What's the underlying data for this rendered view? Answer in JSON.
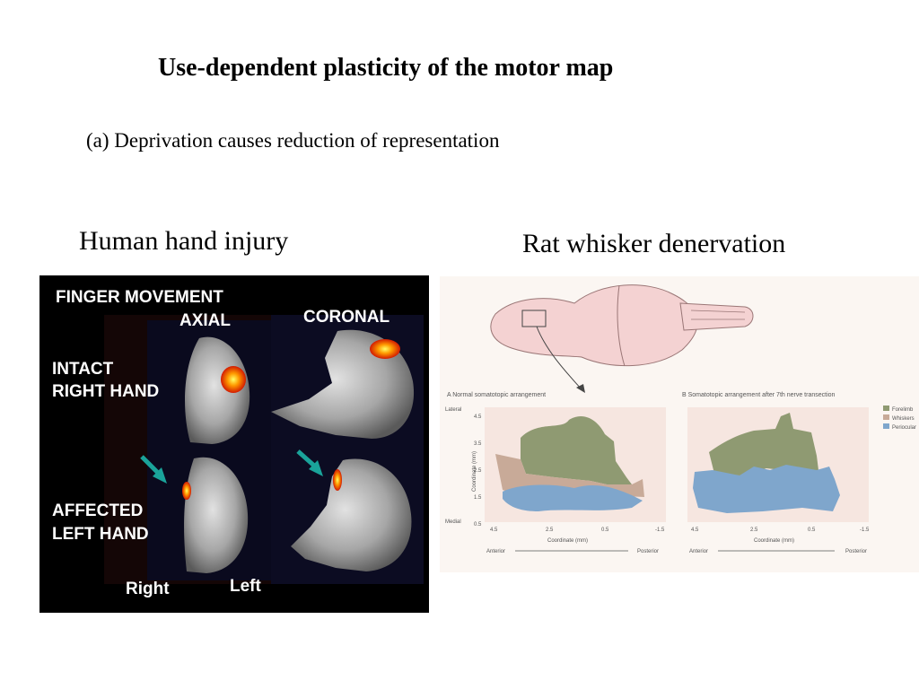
{
  "slide": {
    "title": "Use-dependent plasticity of the motor map",
    "subtitle": "(a) Deprivation causes reduction of representation",
    "caption_left": "Human hand injury",
    "caption_right": "Rat whisker denervation"
  },
  "fmri_panel": {
    "heading": "FINGER MOVEMENT",
    "axial": "AXIAL",
    "coronal": "CORONAL",
    "intact_1": "INTACT",
    "intact_2": "RIGHT HAND",
    "affected_1": "AFFECTED",
    "affected_2": "LEFT HAND",
    "right": "Right",
    "left": "Left",
    "colors": {
      "activation": "#ff8c00",
      "arrow": "#1aa39a"
    }
  },
  "rat_panel": {
    "panel_a_title": "A  Normal somatotopic arrangement",
    "panel_b_title": "B  Somatotopic arrangement after 7th nerve transection",
    "lateral": "Lateral",
    "medial": "Medial",
    "y_axis_label": "Coordinate (mm)",
    "x_axis_label": "Coordinate (mm)",
    "anterior": "Anterior",
    "posterior": "Posterior",
    "y_ticks": [
      "4.5",
      "3.5",
      "2.5",
      "1.5",
      "0.5"
    ],
    "x_ticks": [
      "4.5",
      "2.5",
      "0.5",
      "-1.5"
    ],
    "legend": [
      {
        "label": "Forelimb",
        "color": "#8f9a72"
      },
      {
        "label": "Whiskers",
        "color": "#c8aa98"
      },
      {
        "label": "Periocular",
        "color": "#7fa6cc"
      }
    ]
  }
}
